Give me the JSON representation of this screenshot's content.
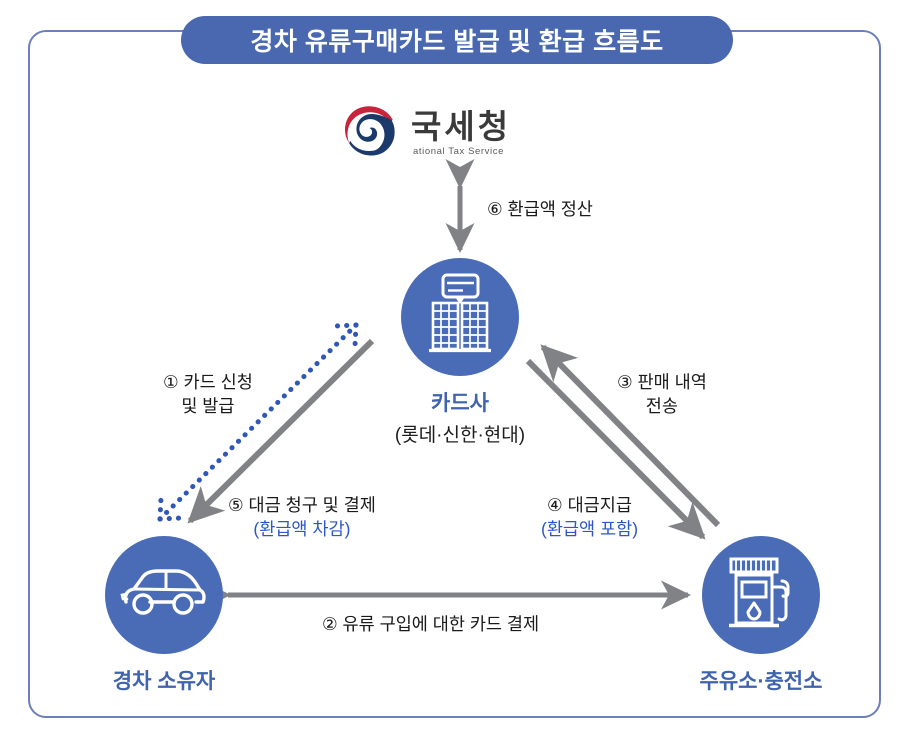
{
  "title": {
    "text": "경차 유류구매카드 발급 및 환급 흐름도"
  },
  "colors": {
    "frame_border": "#6d7ebd",
    "title_pill_bg": "#4a68b0",
    "title_text": "#ffffff",
    "node_circle": "#4a6bb5",
    "node_label": "#3f63ad",
    "arrow_gray": "#808285",
    "arrow_dotted_blue": "#2f57b8",
    "accent_blue_text": "#2e57c6",
    "taegeuk_navy": "#1b3a6b",
    "taegeuk_red": "#c8243b"
  },
  "nodes": [
    {
      "id": "nts",
      "icon": "taegeuk-logo-icon",
      "label": "국세청",
      "sub": "ational Tax Service"
    },
    {
      "id": "card-company",
      "icon": "building-card-icon",
      "label": "카드사",
      "sub": "(롯데·신한·현대)"
    },
    {
      "id": "car-owner",
      "icon": "car-icon",
      "label": "경차 소유자",
      "sub": ""
    },
    {
      "id": "gas-station",
      "icon": "fuel-pump-icon",
      "label": "주유소·충전소",
      "sub": ""
    }
  ],
  "flows": [
    {
      "number": "①",
      "line1": "① 카드 신청",
      "line2": "및 발급",
      "style": "dotted-blue",
      "direction": "bidirectional",
      "from": "car-owner",
      "to": "card-company"
    },
    {
      "number": "②",
      "line1": "② 유류 구입에 대한 카드 결제",
      "line2": "",
      "style": "solid-gray",
      "direction": "bidirectional",
      "from": "car-owner",
      "to": "gas-station"
    },
    {
      "number": "③",
      "line1": "③ 판매 내역",
      "line2": "전송",
      "style": "solid-gray",
      "direction": "one-way",
      "from": "gas-station",
      "to": "card-company"
    },
    {
      "number": "④",
      "line1": "④ 대금지급",
      "line2": "(환급액 포함)",
      "line2_accent": true,
      "style": "solid-gray",
      "direction": "one-way",
      "from": "card-company",
      "to": "gas-station"
    },
    {
      "number": "⑤",
      "line1": "⑤ 대금 청구 및 결제",
      "line2": "(환급액 차감)",
      "line2_accent": true,
      "style": "solid-gray",
      "direction": "one-way",
      "from": "card-company",
      "to": "car-owner"
    },
    {
      "number": "⑥",
      "line1": "⑥ 환급액 정산",
      "line2": "",
      "style": "solid-gray",
      "direction": "bidirectional",
      "from": "card-company",
      "to": "nts"
    }
  ]
}
